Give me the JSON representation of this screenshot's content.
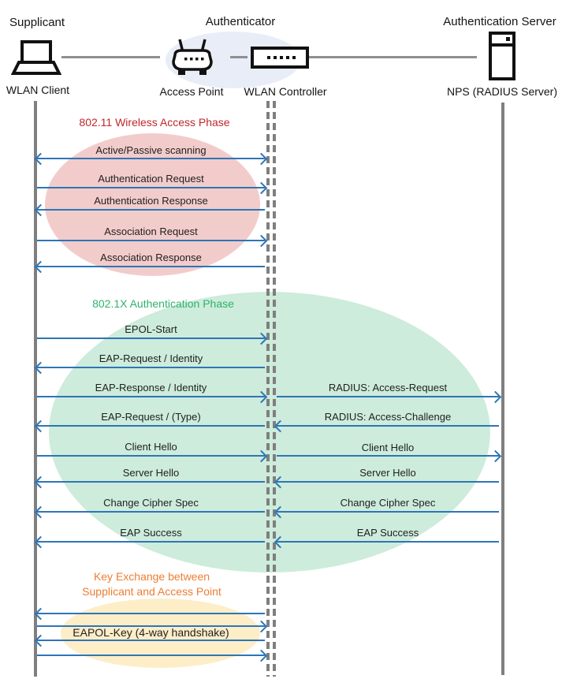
{
  "actors": {
    "supplicant": {
      "role": "Supplicant",
      "device": "WLAN Client"
    },
    "authenticator": {
      "role": "Authenticator",
      "access_point": "Access Point",
      "controller": "WLAN Controller"
    },
    "server": {
      "role": "Authentication Server",
      "device": "NPS (RADIUS Server)"
    }
  },
  "phases": {
    "p1": {
      "title": "802.11 Wireless Access Phase",
      "color": "#c0272d",
      "fill": "#f2cccb"
    },
    "p2": {
      "title": "802.1X Authentication Phase",
      "color": "#2fb36b",
      "fill": "#cdecdb"
    },
    "p3": {
      "line1": "Key Exchange between",
      "line2": "Supplicant and Access Point",
      "color": "#ed7d31",
      "fill": "#fdeec8"
    }
  },
  "messages": {
    "left": [
      {
        "label": "Active/Passive scanning",
        "direction": "both"
      },
      {
        "label": "Authentication Request",
        "direction": "right"
      },
      {
        "label": "Authentication Response",
        "direction": "left"
      },
      {
        "label": "Association Request",
        "direction": "right"
      },
      {
        "label": "Association Response",
        "direction": "left"
      },
      {
        "label": "EPOL-Start",
        "direction": "right"
      },
      {
        "label": "EAP-Request / Identity",
        "direction": "left"
      },
      {
        "label": "EAP-Response / Identity",
        "direction": "right"
      },
      {
        "label": "EAP-Request / (Type)",
        "direction": "left"
      },
      {
        "label": "Client Hello",
        "direction": "right"
      },
      {
        "label": "Server Hello",
        "direction": "left"
      },
      {
        "label": "Change Cipher Spec",
        "direction": "left"
      },
      {
        "label": "EAP Success",
        "direction": "left"
      },
      {
        "label": "",
        "direction": "left"
      },
      {
        "label": "",
        "direction": "right"
      },
      {
        "label": "EAPOL-Key (4-way handshake)",
        "direction": "left"
      },
      {
        "label": "",
        "direction": "right"
      }
    ],
    "right": [
      {
        "label": "RADIUS: Access-Request",
        "direction": "right"
      },
      {
        "label": "RADIUS: Access-Challenge",
        "direction": "left"
      },
      {
        "label": "Client Hello",
        "direction": "right"
      },
      {
        "label": "Server Hello",
        "direction": "left"
      },
      {
        "label": "Change Cipher Spec",
        "direction": "left"
      },
      {
        "label": "EAP Success",
        "direction": "left"
      }
    ]
  },
  "colors": {
    "arrow": "#2e75b6",
    "lifeline": "#7f7f7f",
    "authenticator_fill": "#e9edf7",
    "message_text": "#1f1f1f"
  }
}
